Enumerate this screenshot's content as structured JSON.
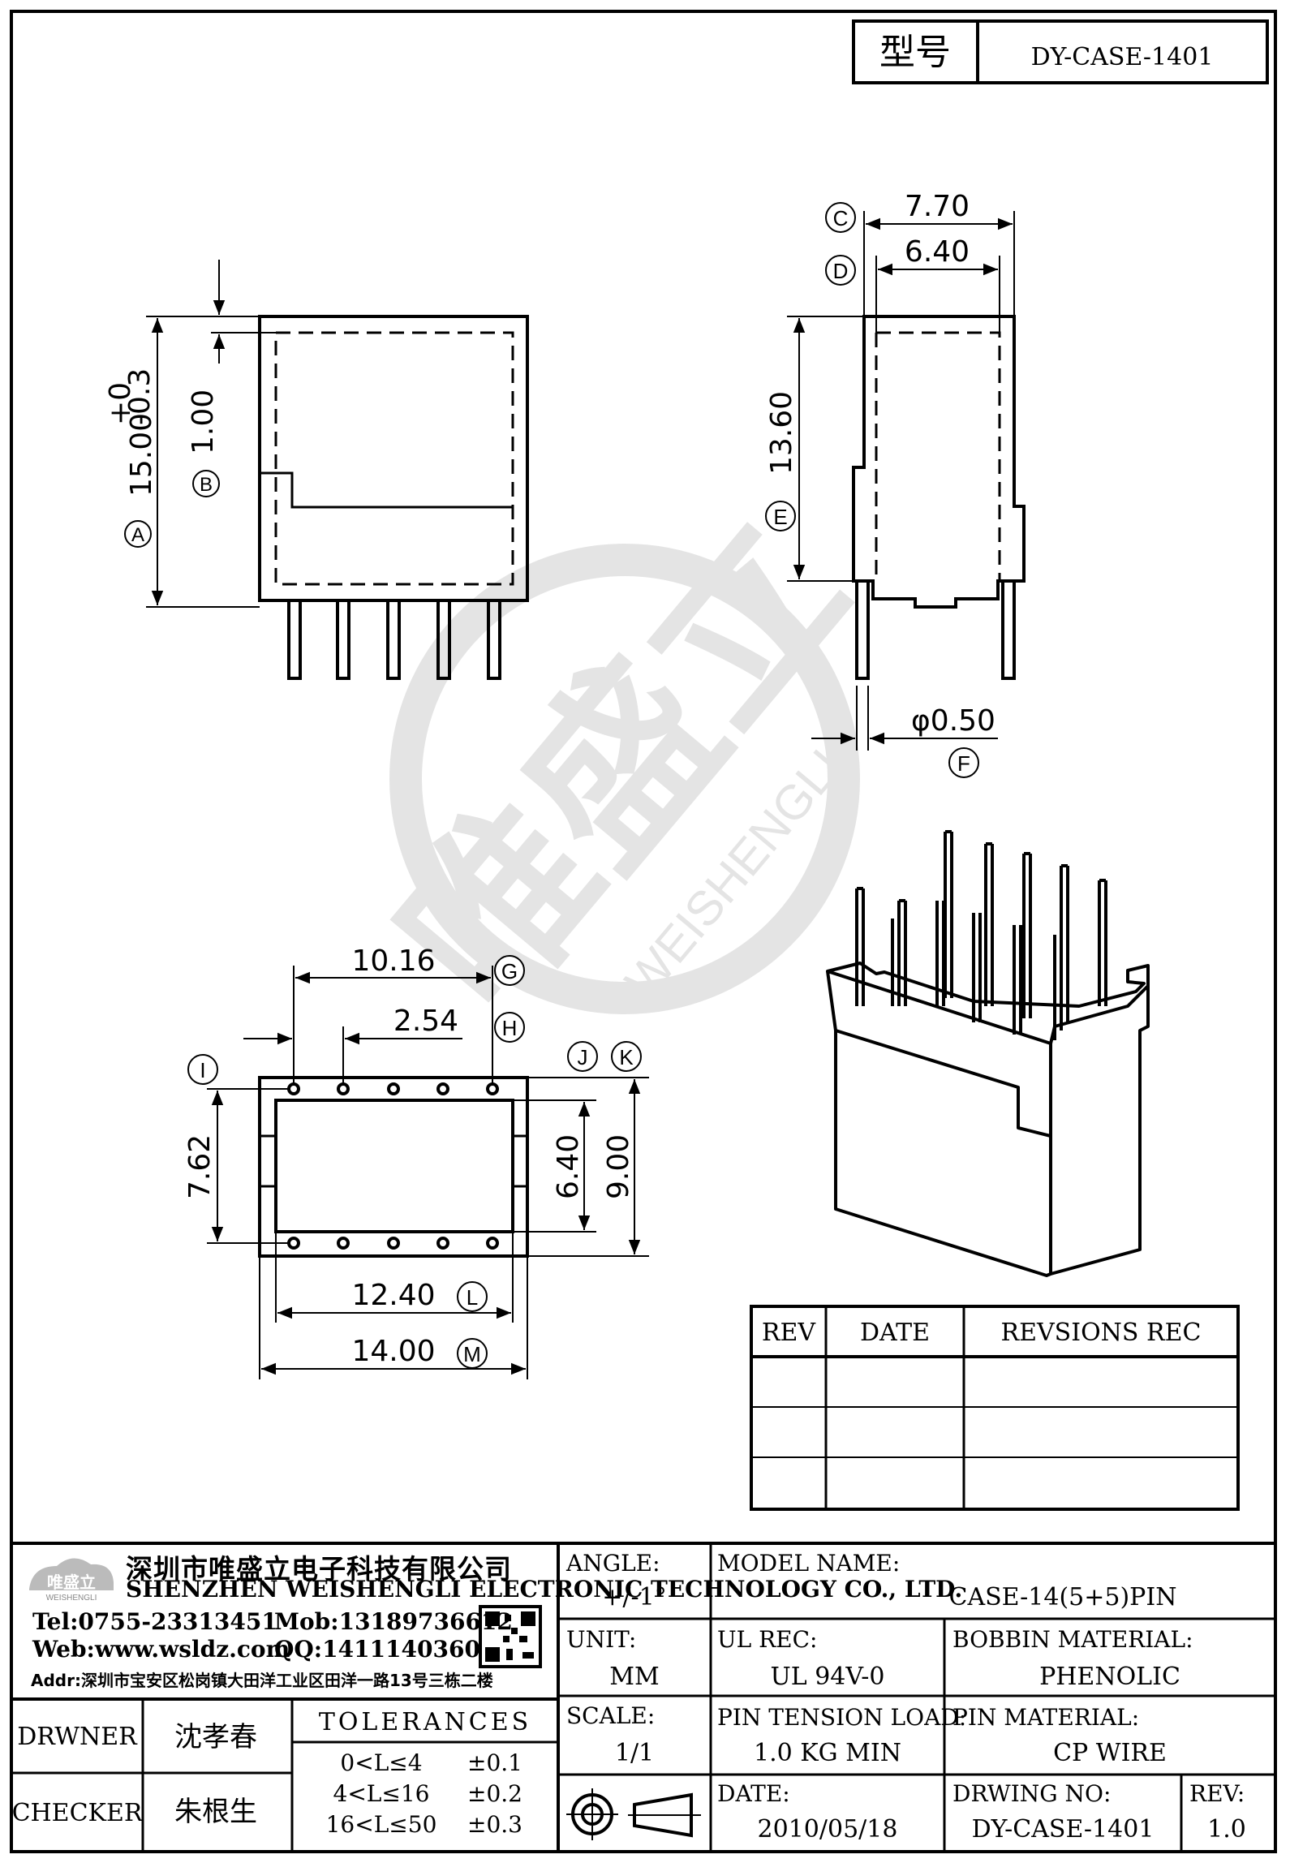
{
  "header": {
    "model_label": "型号",
    "model_value": "DY-CASE-1401"
  },
  "dims": {
    "c": "7.70",
    "d": "6.40",
    "e": "13.60",
    "f": "φ0.50",
    "a_main": "15.00",
    "a_tol_plus": "+0",
    "a_tol_minus": "-0.3",
    "b": "1.00",
    "g": "10.16",
    "h": "2.54",
    "i": "7.62",
    "jk1": "6.40",
    "jk2": "9.00",
    "l": "12.40",
    "m": "14.00"
  },
  "markers": {
    "a": "A",
    "b": "B",
    "c": "C",
    "d": "D",
    "e": "E",
    "f": "F",
    "g": "G",
    "h": "H",
    "i": "I",
    "j": "J",
    "k": "K",
    "l": "L",
    "m": "M"
  },
  "watermark": {
    "chinese": "唯盛立",
    "english": "WEISHENGLI"
  },
  "revision_table": {
    "headers": [
      "REV",
      "DATE",
      "REVSIONS REC"
    ],
    "rows": [
      [
        "",
        "",
        ""
      ],
      [
        "",
        "",
        ""
      ],
      [
        "",
        "",
        ""
      ]
    ]
  },
  "company": {
    "logo_text": "唯盛立",
    "logo_sub": "WEISHENGLI",
    "name_cn": "深圳市唯盛立电子科技有限公司",
    "name_en": "SHENZHEN WEISHENGLI ELECTRONIC TECHNOLOGY CO., LTD.",
    "tel": "Tel:0755-23313451",
    "mob": "Mob:13189736612",
    "web": "Web:www.wsldz.com",
    "qq": "QQ:1411140360",
    "addr": "Addr:深圳市宝安区松岗镇大田洋工业区田洋一路13号三栋二楼"
  },
  "title_block": {
    "angle_label": "ANGLE:",
    "angle_value": "+/-1°",
    "model_name_label": "MODEL NAME:",
    "model_name_value": "CASE-14(5+5)PIN",
    "unit_label": "UNIT:",
    "unit_value": "MM",
    "ul_label": "UL REC:",
    "ul_value": "UL 94V-0",
    "bobbin_label": "BOBBIN MATERIAL:",
    "bobbin_value": "PHENOLIC",
    "scale_label": "SCALE:",
    "scale_value": "1/1",
    "pin_tension_label": "PIN TENSION LOAD:",
    "pin_tension_value": "1.0 KG MIN",
    "pin_material_label": "PIN MATERIAL:",
    "pin_material_value": "CP WIRE",
    "date_label": "DATE:",
    "date_value": "2010/05/18",
    "drawing_no_label": "DRWING NO:",
    "drawing_no_value": "DY-CASE-1401",
    "rev_label": "REV:",
    "rev_value": "1.0",
    "drawer_label": "DRWNER",
    "drawer_value": "沈孝春",
    "checker_label": "CHECKER",
    "checker_value": "朱根生",
    "tolerances_title": "TOLERANCES",
    "tolerances": [
      {
        "range": "0<L≤4",
        "value": "±0.1"
      },
      {
        "range": "4<L≤16",
        "value": "±0.2"
      },
      {
        "range": "16<L≤50",
        "value": "±0.3"
      }
    ]
  }
}
